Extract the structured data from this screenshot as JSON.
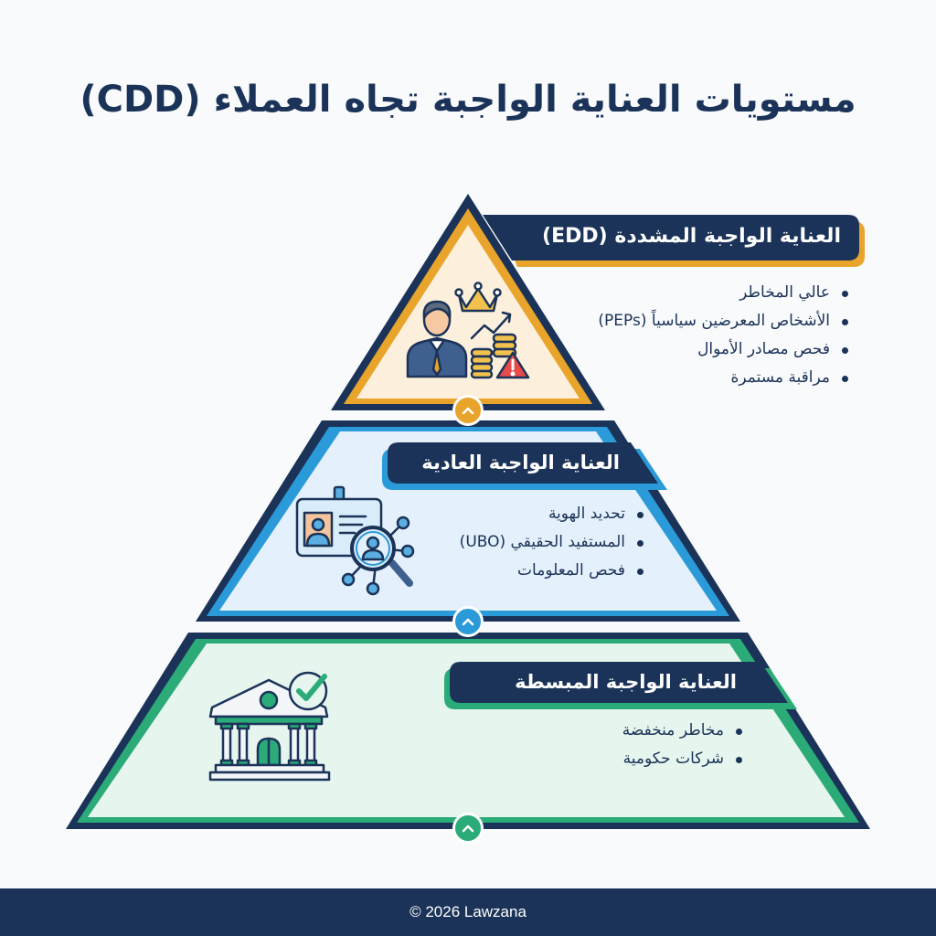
{
  "title": "مستويات العناية الواجبة تجاه العملاء (CDD)",
  "colors": {
    "navy": "#1b3358",
    "gold": "#e8a42b",
    "blue": "#2a9ad8",
    "green": "#2aab78",
    "top_fill": "#fcefdc",
    "mid_fill": "#e4f0fb",
    "bottom_fill": "#e6f5ee"
  },
  "tiers": [
    {
      "level": "top",
      "label": "العناية الواجبة المشددة (EDD)",
      "icon": "pep-person-crown-coins-warning-icon",
      "bullets": [
        "عالي المخاطر",
        "الأشخاص المعرضين سياسياً (PEPs)",
        "فحص مصادر الأموال",
        "مراقبة مستمرة"
      ]
    },
    {
      "level": "middle",
      "label": "العناية الواجبة العادية",
      "icon": "id-card-magnifier-network-icon",
      "bullets": [
        "تحديد الهوية",
        "المستفيد الحقيقي (UBO)",
        "فحص المعلومات"
      ]
    },
    {
      "level": "bottom",
      "label": "العناية الواجبة المبسطة",
      "icon": "government-building-check-icon",
      "bullets": [
        "مخاطر منخفضة",
        "شركات حكومية"
      ]
    }
  ],
  "footer": {
    "text": "© 2026 Lawzana"
  }
}
